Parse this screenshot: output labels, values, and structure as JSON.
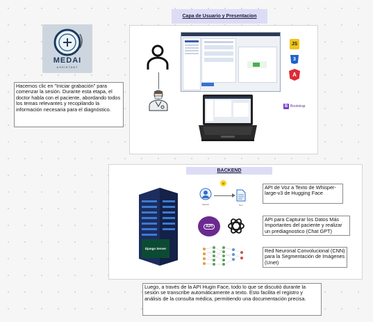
{
  "frontend": {
    "title": "Capa de Usuario y Presentacion",
    "bootstrap_label": "Bootstrap",
    "js_badge": "JS",
    "css_badge": "3",
    "angular_badge": "A"
  },
  "logo": {
    "name": "MEDAI",
    "subtitle": "ASSISTANT"
  },
  "start_note": "Hacemos clic en \"Iniciar grabación\" para comenzar la sesión. Durante esta etapa, el doctor habla con el paciente, abordando todos los temas relevantes y recopilando la información necesaria para el diagnóstico.",
  "backend": {
    "title": "BACKEND",
    "server_label": "Django Server",
    "items": [
      {
        "text": "API de Voz a Texto de Whisper-large-v3 de Hugging Face",
        "icon_left": "Speech",
        "icon_right": "Text"
      },
      {
        "text": "API para Capturar los Datos Más Importantes del paciente y realizar un prediagnostico (Chat GPT)",
        "icon_left": "API"
      },
      {
        "text": "Red Neuronal Convolucional (CNN) para la Segmentación de Imágenes (Unet)"
      }
    ]
  },
  "bottom_note": "Luego, a través de la API Hugin Face, todo lo que se discutió durante la sesión se transcribe automáticamente a texto. Esto facilita el registro y análisis de la consulta médica, permitiendo una documentación precisa."
}
